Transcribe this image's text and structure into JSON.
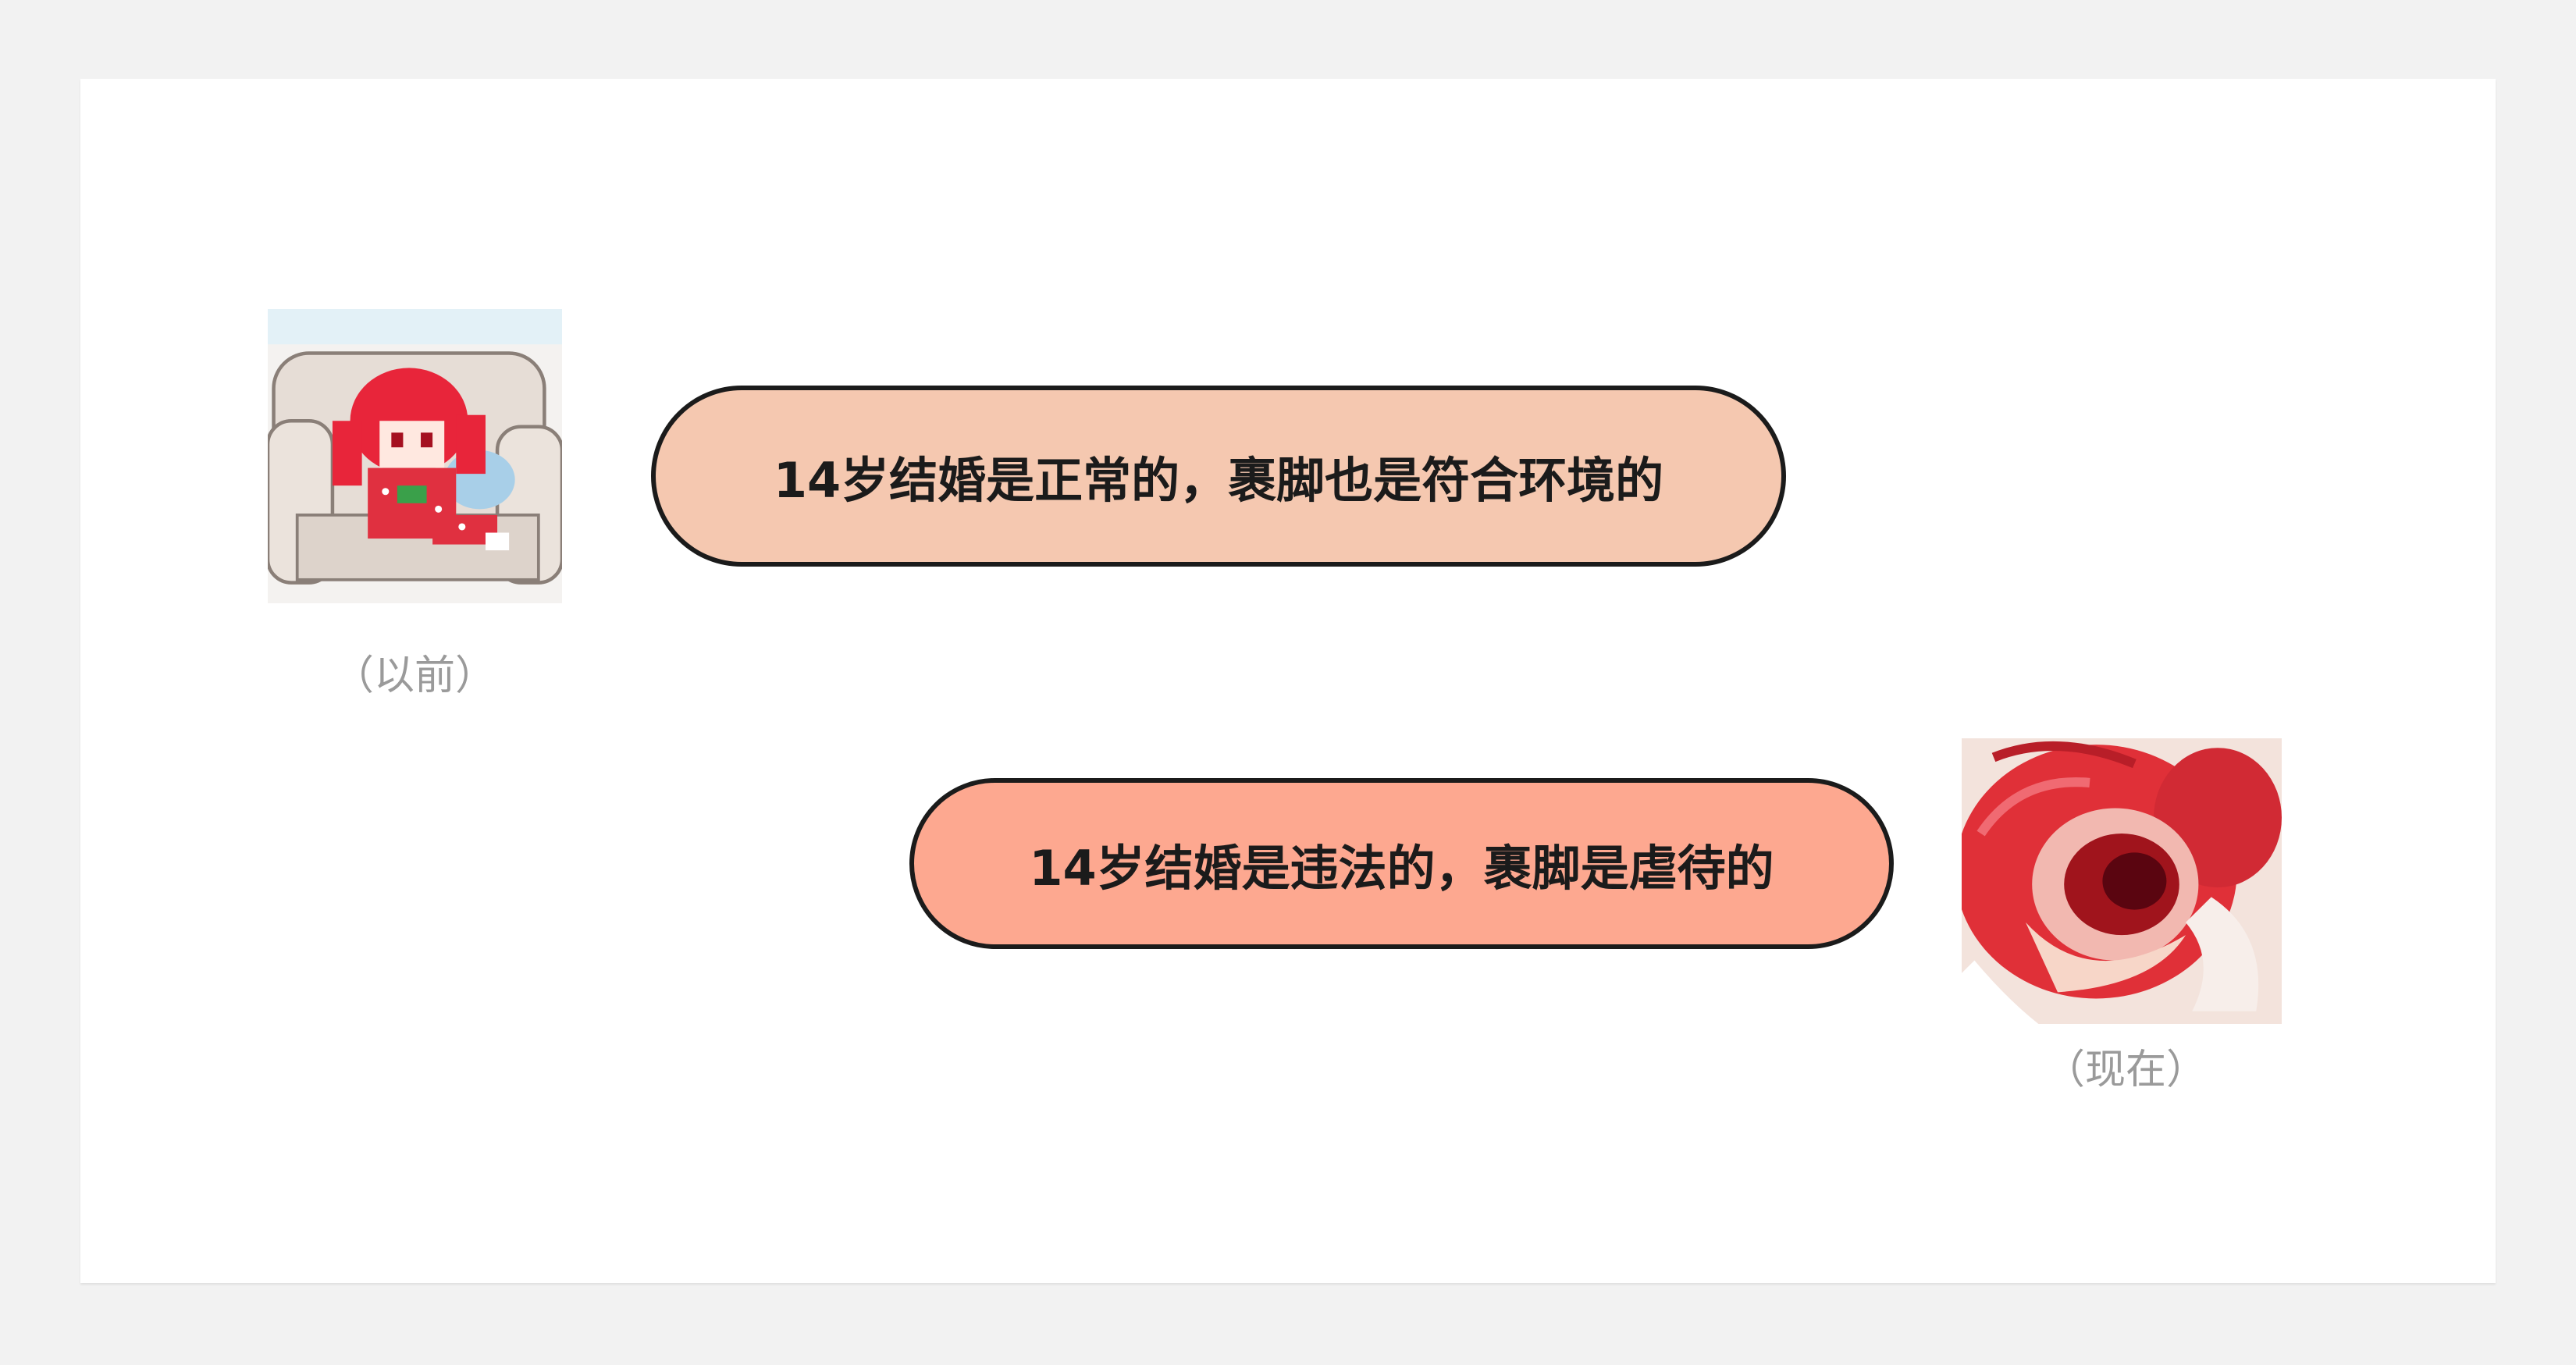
{
  "before": {
    "caption": "（以前）",
    "message": "14岁结婚是正常的，裹脚也是符合环境的",
    "bubble_color": "#f5c8b0"
  },
  "now": {
    "caption": "（现在）",
    "message": "14岁结婚是违法的，裹脚是虐待的",
    "bubble_color": "#fda890"
  }
}
